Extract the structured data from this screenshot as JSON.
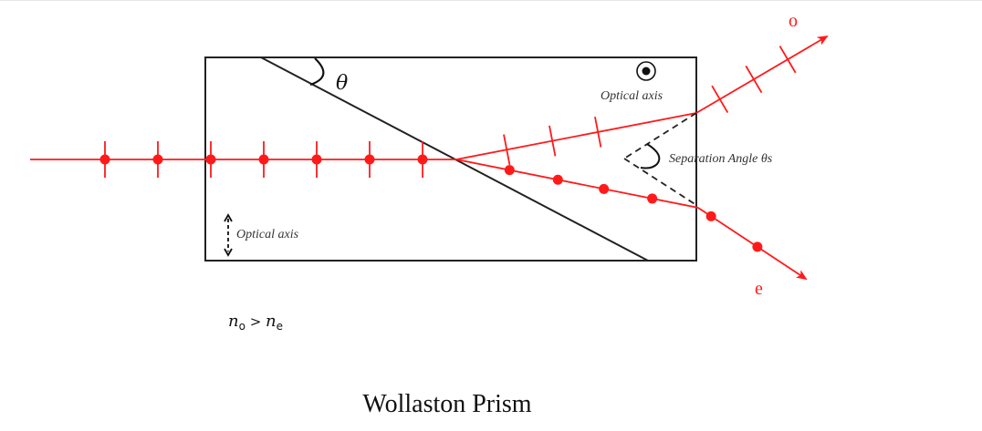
{
  "diagram": {
    "title": "Wollaston Prism",
    "angle_label": "θ",
    "optical_axis_top_label": "Optical axis",
    "optical_axis_bottom_label": "Optical axis",
    "separation_label": "Separation Angle θs",
    "ray_o_label": "o",
    "ray_e_label": "e",
    "index_relation": {
      "left": "n",
      "left_sub": "o",
      "operator": " > ",
      "right": "n",
      "right_sub": "e"
    },
    "colors": {
      "ray": "#ff1a1a",
      "prism": "#222222",
      "text": "#333333"
    },
    "incident_ray": {
      "polarization_markers": 7,
      "marker_type": "both"
    },
    "o_ray": {
      "tick_markers_inside": 3,
      "tick_markers_outside": 3
    },
    "e_ray": {
      "dot_markers_inside": 4,
      "dot_markers_outside": 2
    }
  }
}
